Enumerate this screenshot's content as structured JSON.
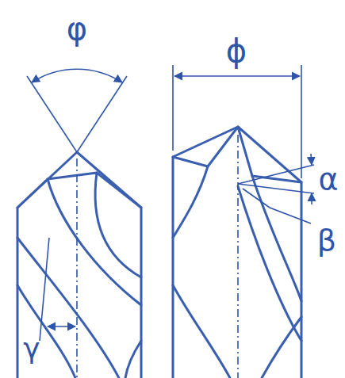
{
  "diagram": {
    "labels": [
      "φ",
      "ϕ",
      "α",
      "β",
      "γ"
    ]
  }
}
